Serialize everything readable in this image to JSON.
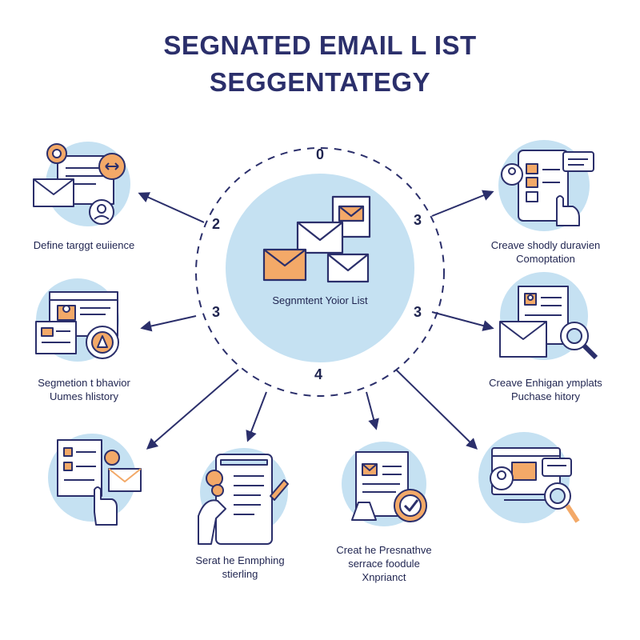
{
  "title": {
    "line1": "SEGNATED EMAIL L IST",
    "line2": "SEGGENTATEGY"
  },
  "center": {
    "label": "Segnmtent Yoior List"
  },
  "numbers": {
    "top": "0",
    "left_upper": "2",
    "right_upper": "3",
    "left_mid": "3",
    "right_mid": "3",
    "bottom": "4"
  },
  "nodes": {
    "top_left": {
      "line1": "Define targgt euiience",
      "line2": "",
      "icon": "email-audience-icon"
    },
    "mid_left": {
      "line1": "Segmetion t bhavior",
      "line2": "Uumes hlistory",
      "icon": "browser-gear-icon"
    },
    "bot_left": {
      "line1": "",
      "line2": "",
      "icon": "checklist-click-icon"
    },
    "bot_center_left": {
      "line1": "Serat he Enmphing",
      "line2": "stierling",
      "icon": "mobile-document-icon"
    },
    "bot_center_right": {
      "line1": "Creat he Presnathve",
      "line2": "serrace foodule",
      "line3": "Xnprianct",
      "icon": "document-check-icon"
    },
    "bot_right": {
      "line1": "",
      "line2": "",
      "icon": "monitor-search-icon"
    },
    "mid_right": {
      "line1": "Creave Enhigan ymplats",
      "line2": "Puchase hitory",
      "icon": "email-magnifier-icon"
    },
    "top_right": {
      "line1": "Creave shodly duravien",
      "line2": "Comoptation",
      "icon": "tablet-touch-icon"
    }
  },
  "colors": {
    "navy": "#2b2f6b",
    "circle": "#c5e1f2",
    "orange": "#f3a968",
    "line": "#3c4a8a"
  }
}
